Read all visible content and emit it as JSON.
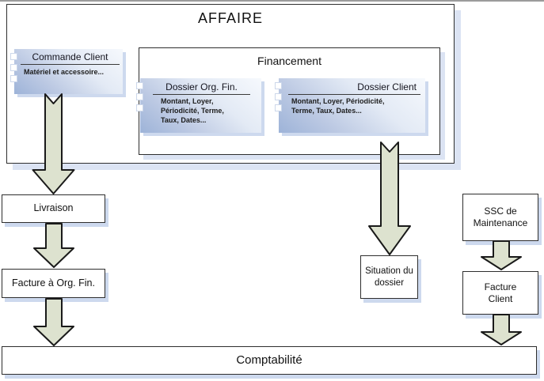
{
  "diagram": {
    "affaire": {
      "title": "AFFAIRE"
    },
    "commande_client": {
      "title": "Commande Client",
      "body": "Matériel et accessoire..."
    },
    "financement": {
      "title": "Financement"
    },
    "dossier_org_fin": {
      "title": "Dossier Org. Fin.",
      "lines": [
        "Montant, Loyer,",
        "Périodicité, Terme,",
        "Taux, Dates..."
      ]
    },
    "dossier_client": {
      "title": "Dossier Client",
      "lines": [
        "Montant, Loyer, Périodicité,",
        "Terme, Taux, Dates..."
      ]
    },
    "livraison": {
      "label": "Livraison"
    },
    "facture_org_fin": {
      "label": "Facture à Org. Fin."
    },
    "situation_dossier": {
      "lines": [
        "Situation du",
        "dossier"
      ]
    },
    "ssc_maintenance": {
      "lines": [
        "SSC de",
        "Maintenance"
      ]
    },
    "facture_client": {
      "lines": [
        "Facture",
        "Client"
      ]
    },
    "comptabilite": {
      "label": "Comptabilité"
    },
    "colors": {
      "arrow_fill": "#dde2cf",
      "shadow_blue": "#cdd9ee",
      "gradient_dark": "#9db3d8",
      "gradient_light": "#f6f9fd"
    }
  }
}
